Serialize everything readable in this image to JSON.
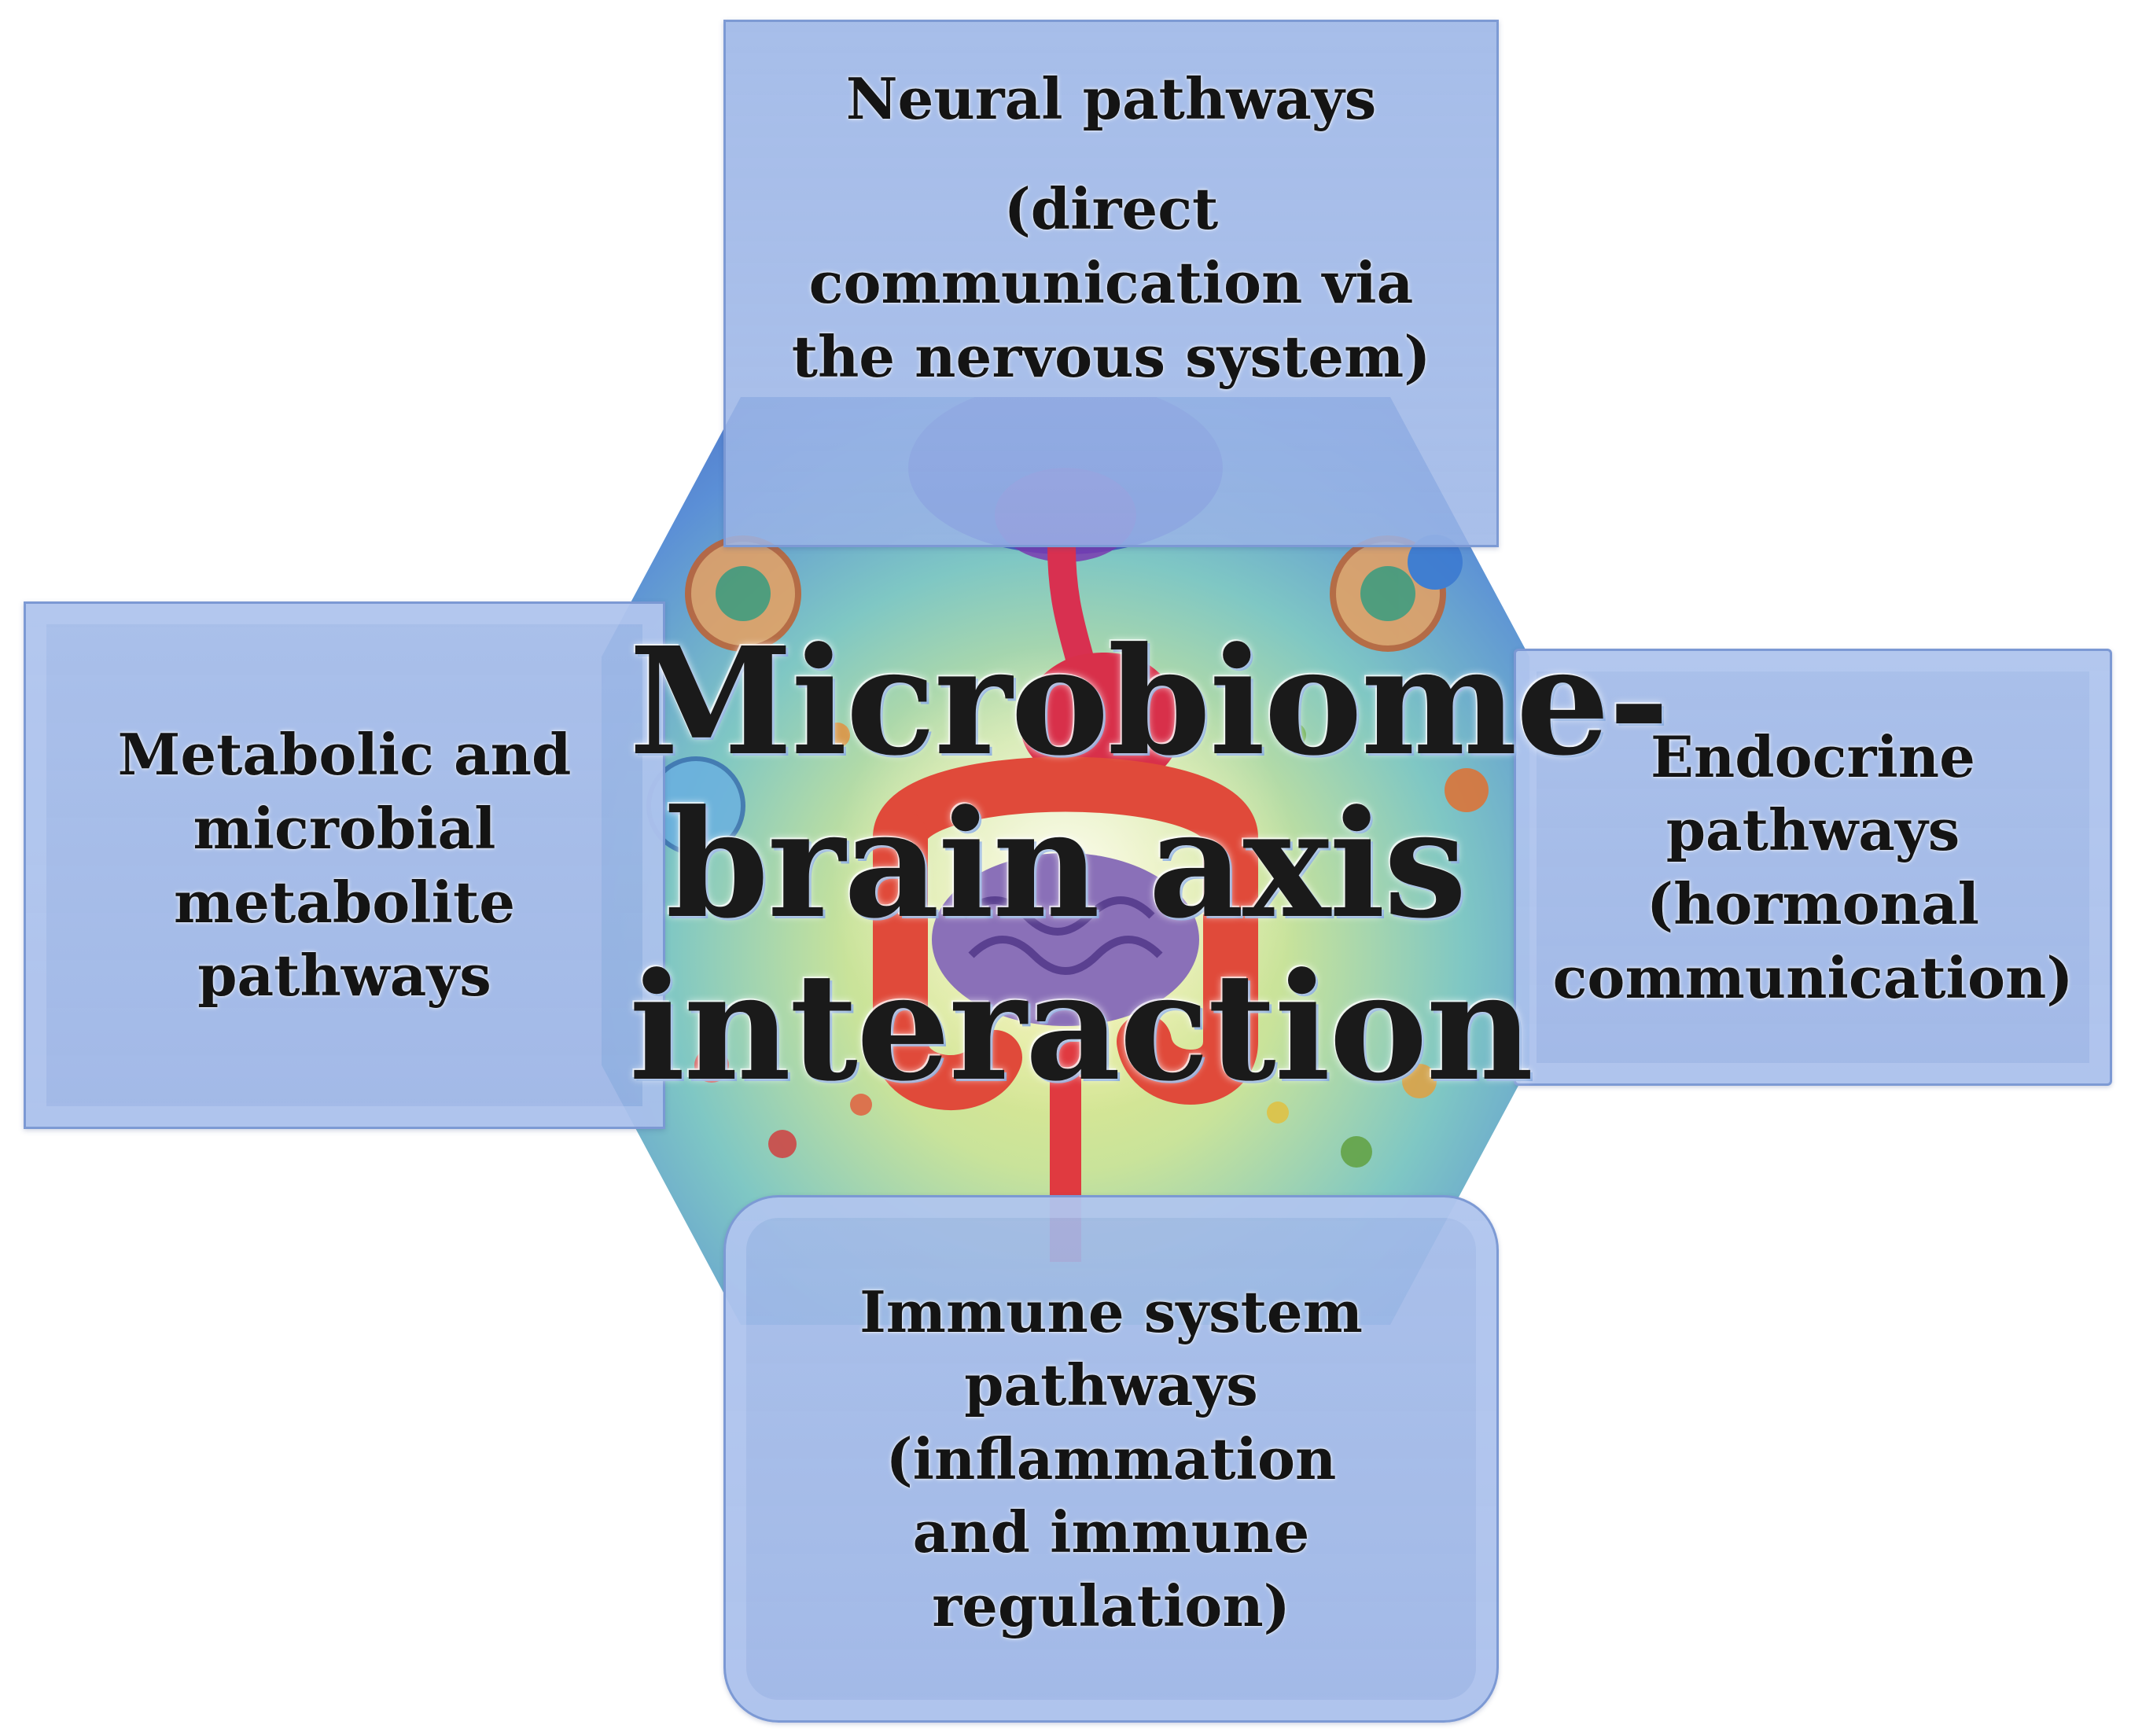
{
  "center": {
    "title_line1": "Microbiome-",
    "title_line2": "brain axis",
    "title_line3": "interaction"
  },
  "pathways": {
    "top": {
      "heading": "Neural pathways",
      "line1": "(direct",
      "line2": "communication via",
      "line3": "the nervous system)"
    },
    "left": {
      "line1": "Metabolic and",
      "line2": "microbial",
      "line3": "metabolite",
      "line4": "pathways"
    },
    "right": {
      "line1": "Endocrine",
      "line2": "pathways",
      "line3": "(hormonal",
      "line4": "communication)"
    },
    "bottom": {
      "line1": "Immune system",
      "line2": "pathways",
      "line3": "(inflammation",
      "line4": "and immune",
      "line5": "regulation)"
    }
  },
  "colors": {
    "box_fill": "#a2bae8",
    "box_border": "#7896d2",
    "text": "#141414"
  }
}
